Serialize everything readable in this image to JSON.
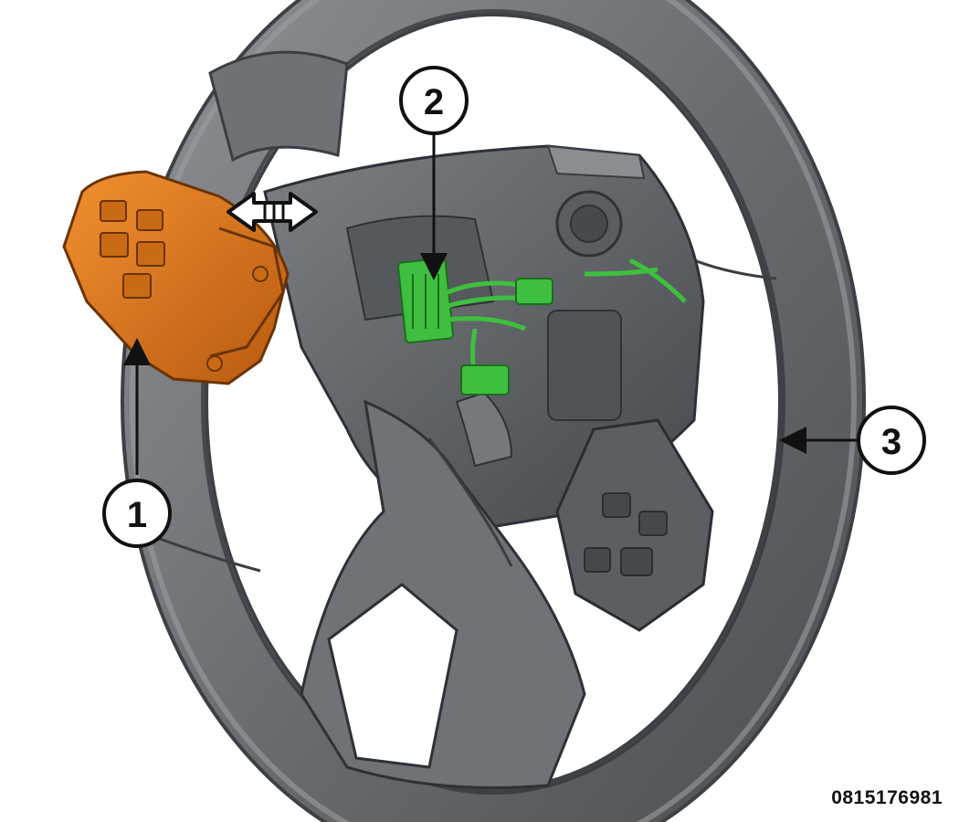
{
  "colors": {
    "wheel_dark": "#4f5256",
    "wheel_mid": "#6c6f73",
    "wheel_light": "#8f9296",
    "switch_orange": "#e07a1a",
    "connector_green": "#3fbf3f",
    "ink": "#111111"
  },
  "callouts": [
    {
      "number": "1"
    },
    {
      "number": "2"
    },
    {
      "number": "3"
    }
  ],
  "icons": [
    "double-arrow-icon"
  ],
  "figure_id": "0815176981"
}
